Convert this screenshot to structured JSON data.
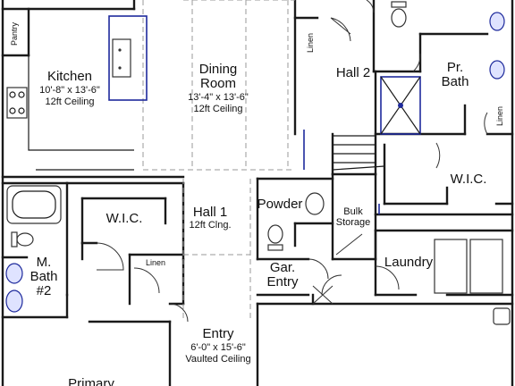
{
  "rooms": {
    "pantry": "Pantry",
    "kitchen": {
      "name": "Kitchen",
      "dims": "10'-8\" x 13'-6\"",
      "ceiling": "12ft Ceiling"
    },
    "dining": {
      "name_line1": "Dining",
      "name_line2": "Room",
      "dims": "13'-4\" x 13'-6\"",
      "ceiling": "12ft Ceiling"
    },
    "linen_top": "Linen",
    "hall2": "Hall 2",
    "primary_bath": {
      "line1": "Pr.",
      "line2": "Bath"
    },
    "linen_right": "Linen",
    "wic_right": "W.I.C.",
    "wic_left": "W.I.C.",
    "hall1": {
      "name": "Hall 1",
      "ceiling": "12ft Clng."
    },
    "powder": "Powder",
    "bulk_storage": {
      "line1": "Bulk",
      "line2": "Storage"
    },
    "mbath": {
      "line1": "M.",
      "line2": "Bath",
      "line3": "#2"
    },
    "linen_mid": "Linen",
    "garage_entry": {
      "line1": "Gar.",
      "line2": "Entry"
    },
    "laundry": "Laundry",
    "entry": {
      "name": "Entry",
      "dims": "6'-0\" x 15'-6\"",
      "ceiling": "Vaulted Ceiling"
    },
    "primary": "Primary"
  },
  "colors": {
    "wall": "#1a1a1a",
    "accent": "#1e2a9c"
  }
}
